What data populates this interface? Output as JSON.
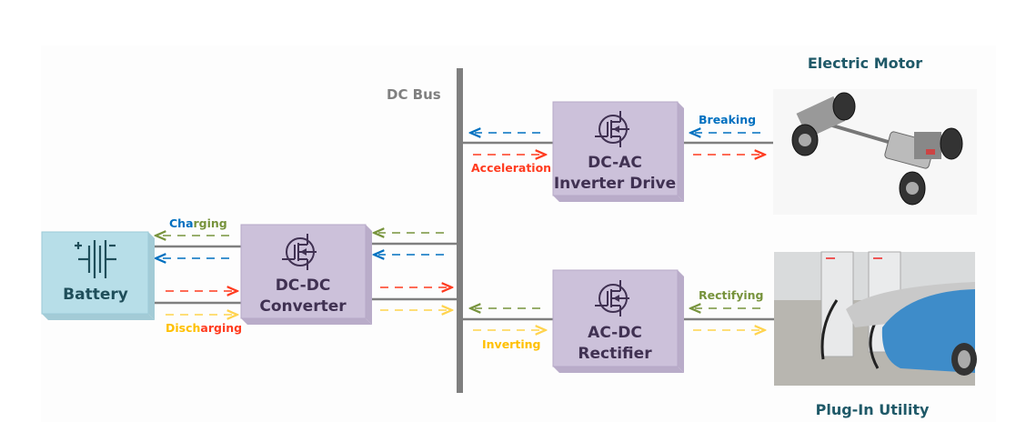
{
  "diagram": {
    "bus_label": "DC Bus",
    "battery": {
      "label": "Battery"
    },
    "dcdc": {
      "line1": "DC-DC",
      "line2": "Converter"
    },
    "dcac": {
      "line1": "DC-AC",
      "line2": "Inverter Drive"
    },
    "acdc": {
      "line1": "AC-DC",
      "line2": "Rectifier"
    },
    "labels": {
      "charging_a": "Cha",
      "charging_b": "rging",
      "discharging_a": "Disch",
      "discharging_b": "arging",
      "acceleration": "Acceleration",
      "breaking": "Breaking",
      "inverting": "Inverting",
      "rectifying": "Rectifying"
    },
    "motor_title": "Electric Motor",
    "utility_title": "Plug-In Utility"
  },
  "colors": {
    "green": "#77933c",
    "blue": "#0070c0",
    "red": "#ff3b1f",
    "yellow": "#ffc000",
    "box": "#ccc1da",
    "battery": "#b7dee8",
    "bus": "#7f7f7f"
  }
}
